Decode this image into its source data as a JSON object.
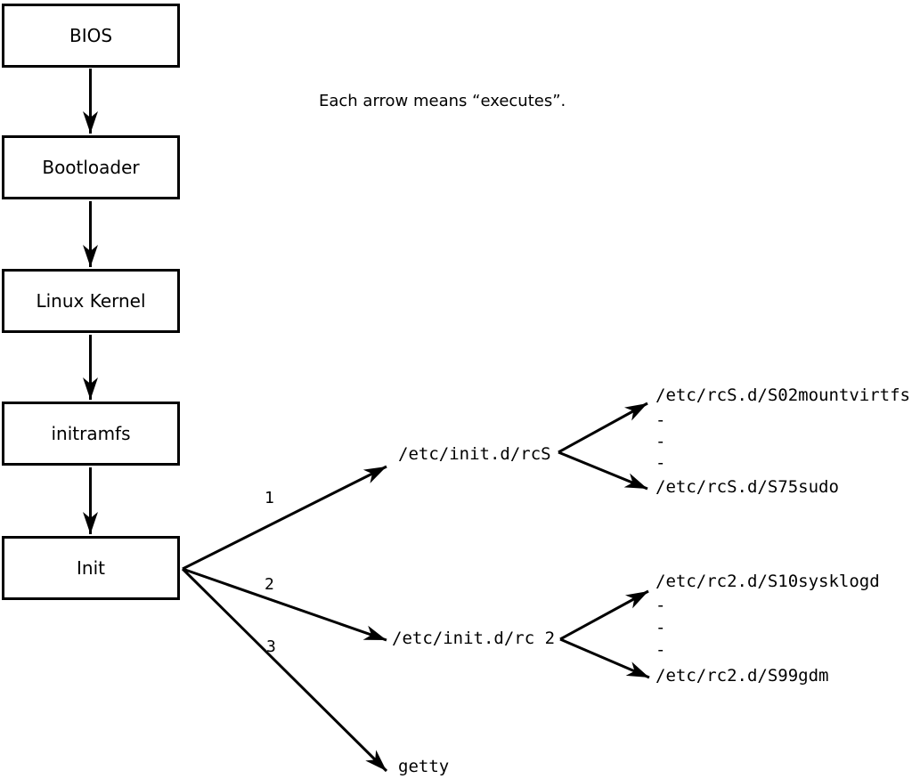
{
  "note": "Each arrow means “executes”.",
  "nodes": {
    "bios": "BIOS",
    "bootloader": "Bootloader",
    "kernel": "Linux Kernel",
    "initramfs": "initramfs",
    "init": "Init"
  },
  "branches": {
    "one": {
      "num": "1",
      "target": "/etc/init.d/rcS"
    },
    "two": {
      "num": "2",
      "target": "/etc/init.d/rc 2"
    },
    "three": {
      "num": "3",
      "target": "getty"
    }
  },
  "rcs_list": {
    "first": "/etc/rcS.d/S02mountvirtfs",
    "dash": "-",
    "last": "/etc/rcS.d/S75sudo"
  },
  "rc2_list": {
    "first": "/etc/rc2.d/S10sysklogd",
    "dash": "-",
    "last": "/etc/rc2.d/S99gdm"
  },
  "colors": {
    "line": "#000000",
    "background": "#ffffff"
  }
}
